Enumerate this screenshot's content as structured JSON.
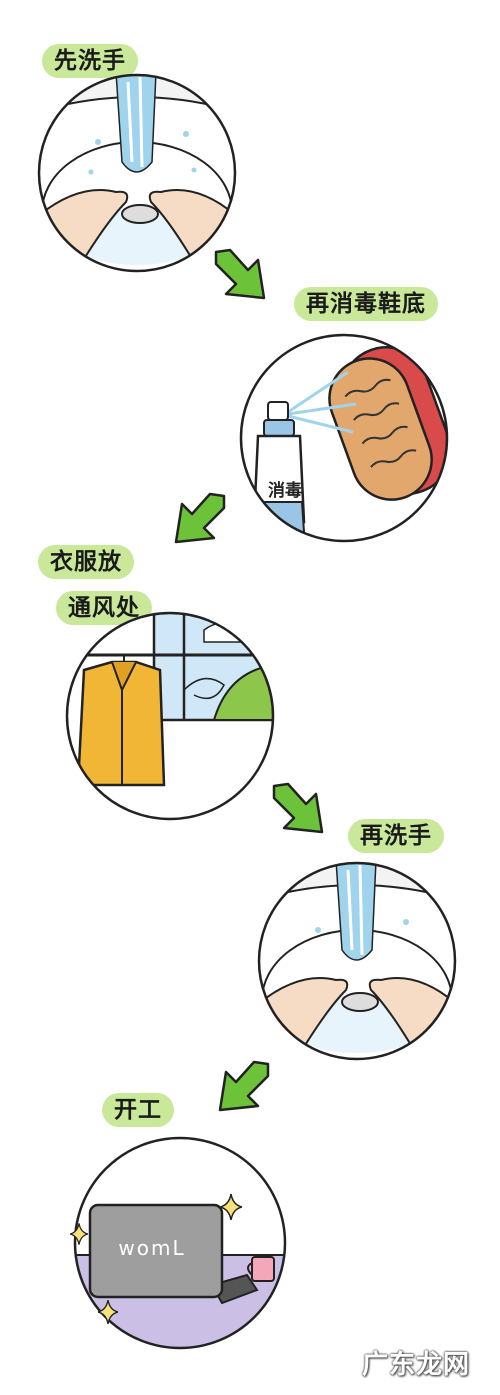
{
  "steps": [
    {
      "label": "先洗手"
    },
    {
      "label": "再消毒鞋底"
    },
    {
      "label_line1": "衣服放",
      "label_line2": "通风处"
    },
    {
      "label": "再洗手"
    },
    {
      "label": "开工"
    }
  ],
  "bottle_label": "消毒",
  "laptop_logo": "womL",
  "watermark": "广东龙网",
  "colors": {
    "pill": "#c9e89a",
    "arrow": "#6cc33a",
    "water": "#9fd4ec",
    "coat": "#f2b636",
    "desk": "#cbbfe6",
    "sole": "#e2a76d",
    "shoe_red": "#d94a4a"
  },
  "icons": [
    "arrow-down-right-icon",
    "arrow-down-left-icon",
    "sparkle-icon"
  ]
}
